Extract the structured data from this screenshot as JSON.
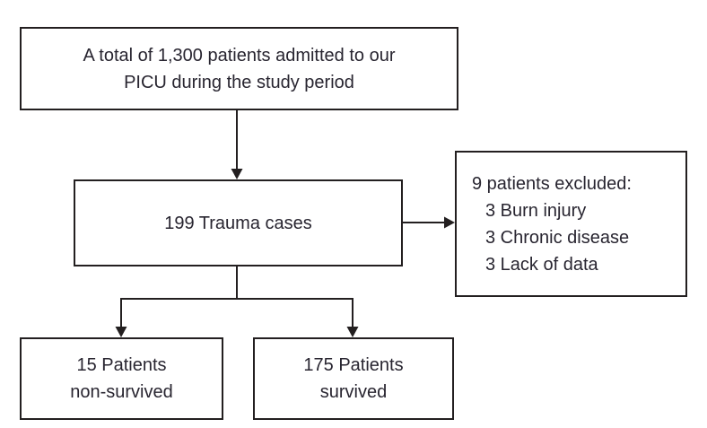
{
  "colors": {
    "line": "#231f20",
    "text": "#282530",
    "background": "#ffffff"
  },
  "boxes": {
    "total": {
      "lines": [
        "A total of 1,300 patients admitted to our",
        "PICU during the study period"
      ]
    },
    "trauma": {
      "label": "199 Trauma cases"
    },
    "excluded": {
      "title": "9 patients excluded:",
      "items": [
        "3 Burn injury",
        "3 Chronic disease",
        "3 Lack of data"
      ]
    },
    "non_survived": {
      "lines": [
        "15 Patients",
        "non-survived"
      ]
    },
    "survived": {
      "lines": [
        "175 Patients",
        "survived"
      ]
    }
  }
}
